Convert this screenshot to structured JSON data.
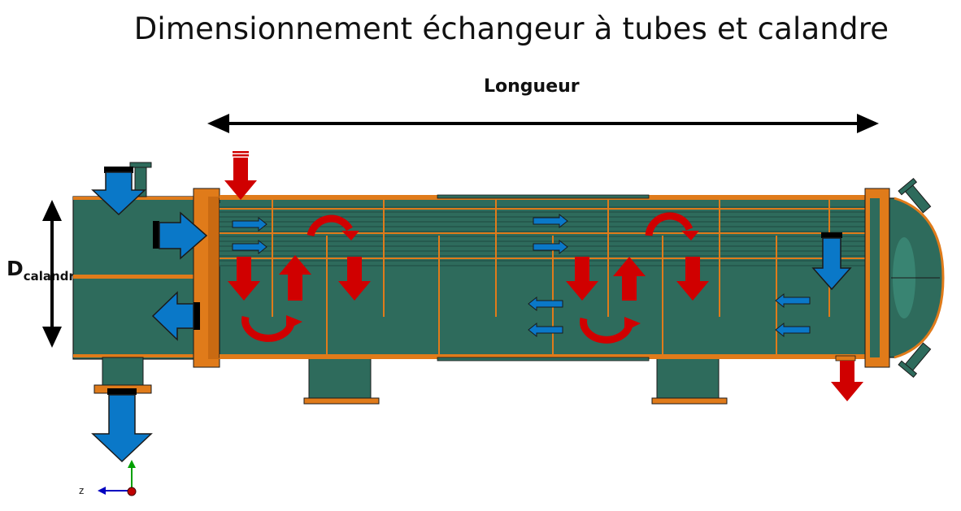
{
  "title": "Dimensionnement échangeur à tubes et calandre",
  "dimensions": {
    "length_label": "Longueur",
    "diameter_label_main": "D",
    "diameter_label_sub": "calandre"
  },
  "axes": {
    "z_label": "z"
  },
  "colors": {
    "shell": "#2e6b5c",
    "flange": "#e07b1a",
    "hot_fluid": "#d00000",
    "cold_fluid": "#0a78c8",
    "outline": "#1a1a1a"
  }
}
